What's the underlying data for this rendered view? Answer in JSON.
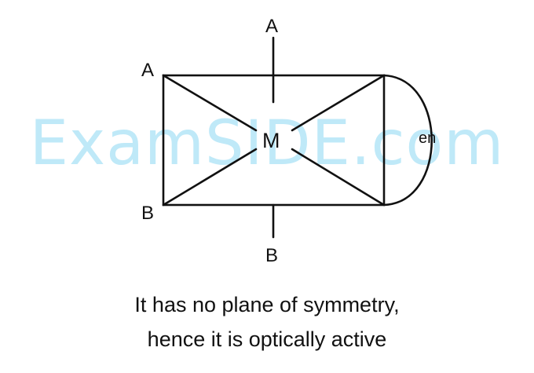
{
  "watermark": "ExamSIDE.com",
  "diagram": {
    "center_atom": "M",
    "ligand_label": "en",
    "labels": {
      "top_axis": "A",
      "bottom_axis": "B",
      "top_left": "A",
      "bottom_left": "B"
    },
    "line_color": "#111111"
  },
  "caption": {
    "line1": "It has no plane of symmetry,",
    "line2": "hence it is optically active"
  }
}
